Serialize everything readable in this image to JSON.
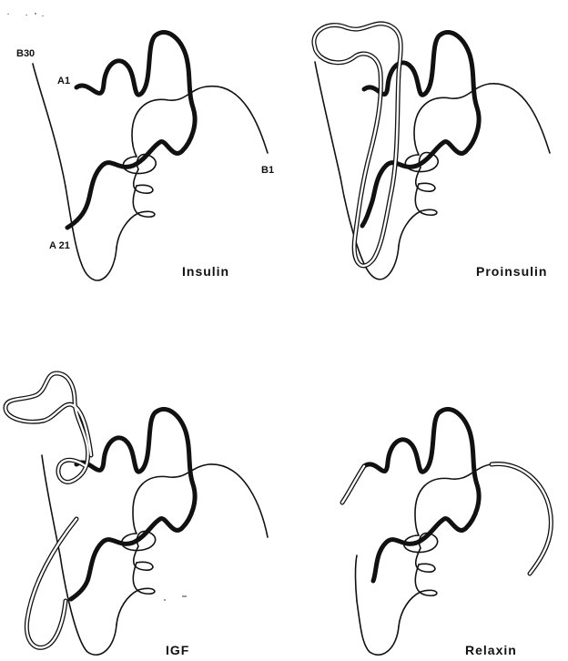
{
  "panels": [
    {
      "id": "insulin",
      "label": "Insulin"
    },
    {
      "id": "proinsulin",
      "label": "Proinsulin"
    },
    {
      "id": "igf",
      "label": "IGF"
    },
    {
      "id": "relaxin",
      "label": "Relaxin"
    }
  ],
  "chain_labels": {
    "b30": "B30",
    "a1": "A1",
    "b1": "B1",
    "a21": "A 21"
  }
}
